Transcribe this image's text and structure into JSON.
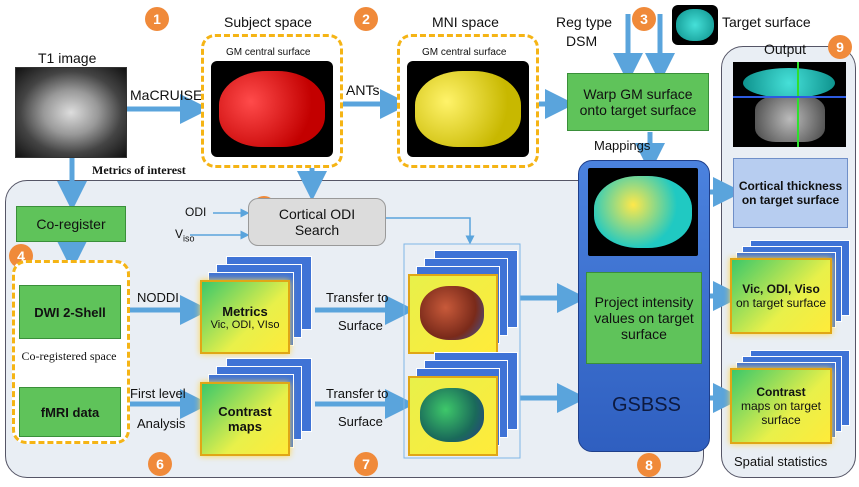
{
  "labels": {
    "t1_image": "T1 image",
    "subject_space": "Subject space",
    "mni_space": "MNI space",
    "gm_central_surface_1": "GM central surface",
    "gm_central_surface_2": "GM central surface",
    "reg_type_line1": "Reg type",
    "reg_type_line2": "DSM",
    "target_surface": "Target surface",
    "output": "Output",
    "macruise": "MaCRUISE",
    "ants": "ANTs",
    "warp": "Warp GM surface onto target surface",
    "mappings": "Mappings",
    "metrics_of_interest": "Metrics of interest",
    "co_register": "Co-register",
    "odi": "ODI",
    "viso_main": "V",
    "viso_sub": "iso",
    "cortical_odi_search": "Cortical ODI Search",
    "dwi": "DWI 2-Shell",
    "co_registered_space": "Co-registered space",
    "fmri": "fMRI data",
    "noddi": "NODDI",
    "metrics_title": "Metrics",
    "metrics_sub": "Vic, ODI, VIso",
    "first_level": "First level",
    "analysis": "Analysis",
    "contrast_maps": "Contrast maps",
    "transfer_to_1": "Transfer to",
    "surface_1": "Surface",
    "transfer_to_2": "Transfer to",
    "surface_2": "Surface",
    "project_intensity": "Project intensity values on target surface",
    "gsbss": "GSBSS",
    "cortical_thickness": "Cortical thickness on target surface",
    "vic_out_bold": "Vic, ODI, Viso",
    "vic_out_rest": "on target surface",
    "contrast_out_bold": "Contrast",
    "contrast_out_rest": "maps on target surface",
    "spatial_statistics": "Spatial statistics"
  },
  "badges": [
    "1",
    "2",
    "3",
    "4",
    "5",
    "6",
    "7",
    "8",
    "9"
  ],
  "colors": {
    "badge": "#f08a3a",
    "dashed": "#f5b415",
    "green": "#5fc35a",
    "blue_stack": "#3f73d6",
    "arrow": "#5aa4dc",
    "gsbss": "#3f72d2"
  }
}
